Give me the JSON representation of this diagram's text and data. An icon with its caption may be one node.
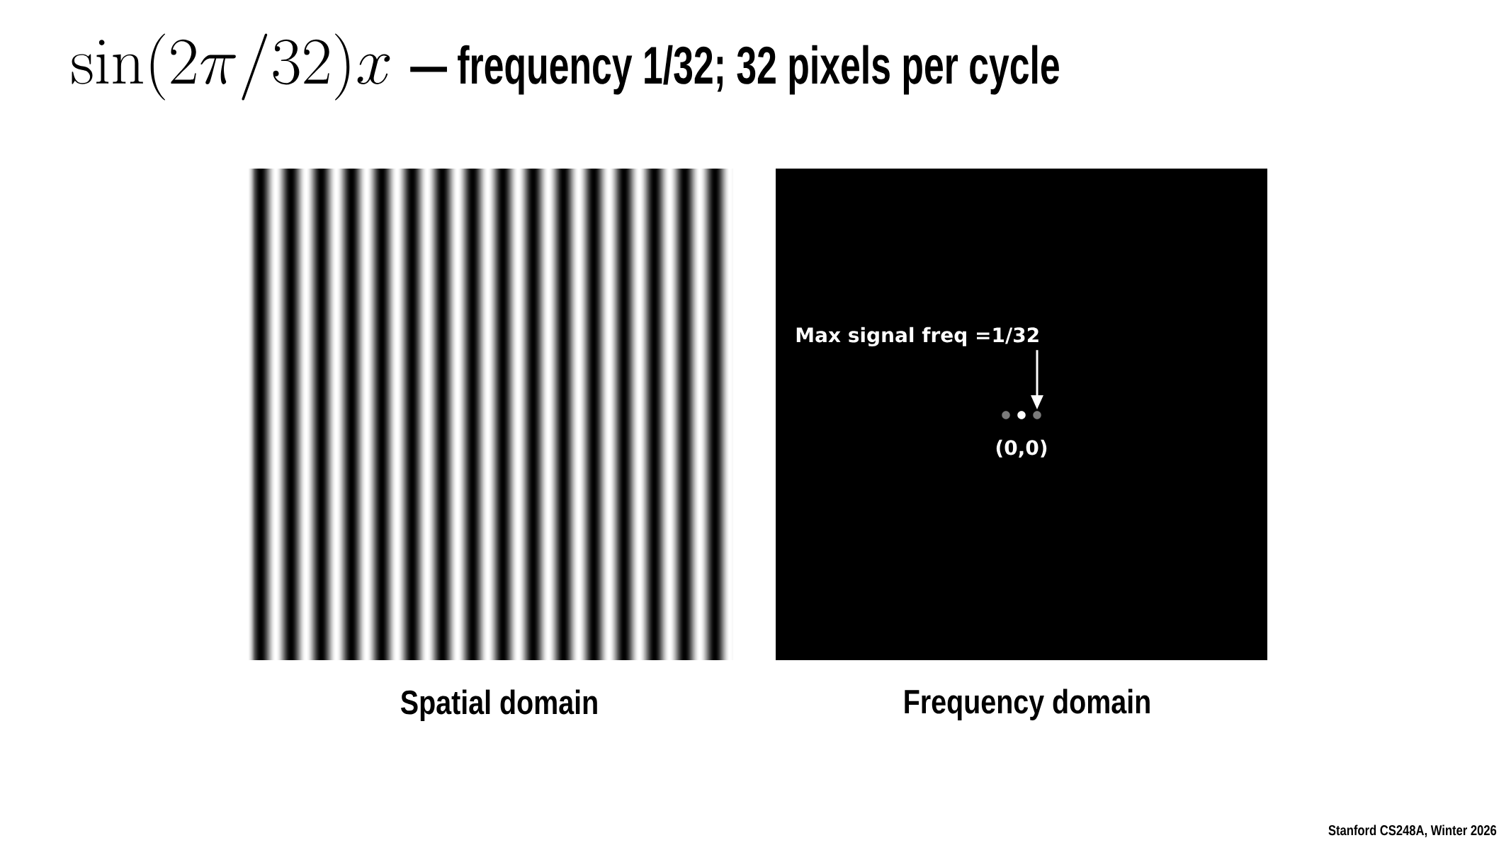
{
  "diagram": {
    "title": "— frequency 1/32; 32 pixels per cycle",
    "nodes": [
      {
        "text": [],
        "shape": "picture",
        "beside": [
          "Spatial domain"
        ]
      },
      {
        "text": [],
        "shape": "box",
        "beside": [
          "Frequency domain"
        ]
      },
      {
        "text": [
          "Max signal freq =1/32"
        ],
        "in": 1
      },
      {
        "text": [],
        "shape": "circle",
        "in": 1
      },
      {
        "text": [],
        "shape": "circle",
        "in": 1,
        "beside": [
          "(0,0)"
        ]
      },
      {
        "text": [],
        "shape": "circle",
        "in": 1
      }
    ],
    "edges": [
      {
        "from": 2,
        "to": 5,
        "arrow": "to"
      }
    ],
    "labels": [
      "\\sin(2\\pi/32)x",
      "Stanford CS248A, Winter 2026"
    ]
  }
}
